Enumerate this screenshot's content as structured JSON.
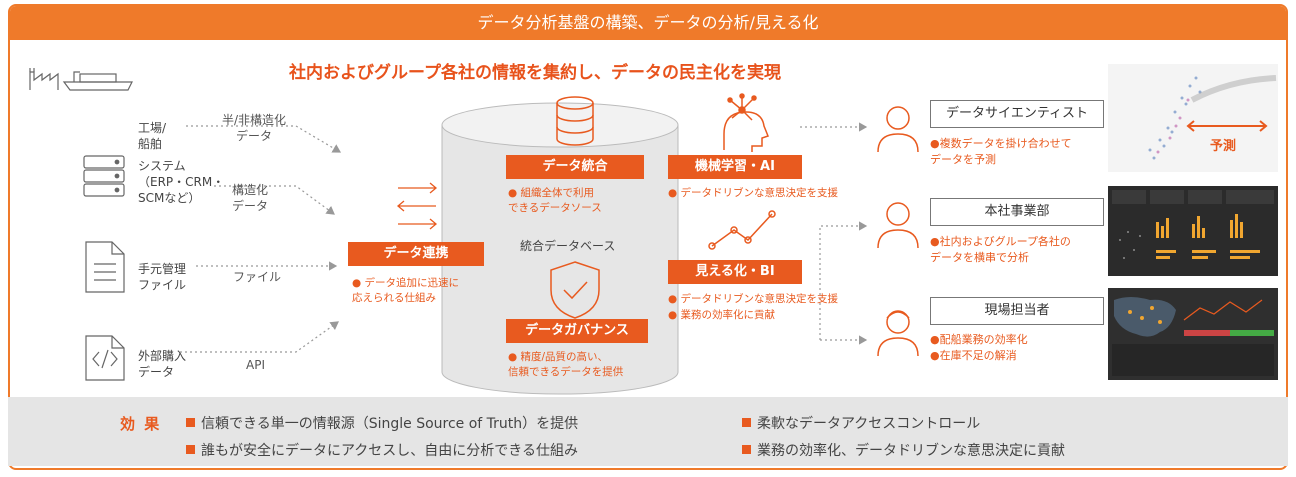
{
  "banner": {
    "title": "データ分析基盤の構築、データの分析/見える化"
  },
  "subtitle": "社内およびグループ各社の情報を集約し、データの民主化を実現",
  "sources": [
    {
      "label": "工場/\n船舶",
      "flow": "半/非構造化\nデータ"
    },
    {
      "label": "システム\n（ERP・CRM・\nSCMなど）",
      "flow": "構造化\nデータ"
    },
    {
      "label": "手元管理\nファイル",
      "flow": "ファイル"
    },
    {
      "label": "外部購入\nデータ",
      "flow": "API"
    }
  ],
  "integration": {
    "label": "データ連携",
    "note": "● データ追加に迅速に\n応えられる仕組み"
  },
  "database": {
    "label": "統合データベース",
    "unify": {
      "label": "データ統合",
      "note": "● 組織全体で利用\nできるデータソース"
    },
    "governance": {
      "label": "データガバナンス",
      "note": "● 精度/品質の高い、\n信頼できるデータを提供"
    }
  },
  "ml": {
    "label": "機械学習・AI",
    "note": "● データドリブンな意思決定を支援"
  },
  "bi": {
    "label": "見える化・BI",
    "note1": "● データドリブンな意思決定を支援",
    "note2": "● 業務の効率化に貢献"
  },
  "roles": [
    {
      "label": "データサイエンティスト",
      "note": "●複数データを掛け合わせて\nデータを予測"
    },
    {
      "label": "本社事業部",
      "note": "●社内およびグループ各社の\nデータを横串で分析"
    },
    {
      "label": "現場担当者",
      "note": "●配船業務の効率化\n●在庫不足の解消"
    }
  ],
  "forecast_label": "予測",
  "effects": {
    "label": "効 果",
    "items": [
      "信頼できる単一の情報源（Single Source of Truth）を提供",
      "柔軟なデータアクセスコントロール",
      "誰もが安全にデータにアクセスし、自由に分析できる仕組み",
      "業務の効率化、データドリブンな意思決定に貢献"
    ]
  },
  "colors": {
    "accent": "#ef7a2a",
    "accent_dark": "#e85a1f",
    "effects_bg": "#e5e5e5"
  }
}
